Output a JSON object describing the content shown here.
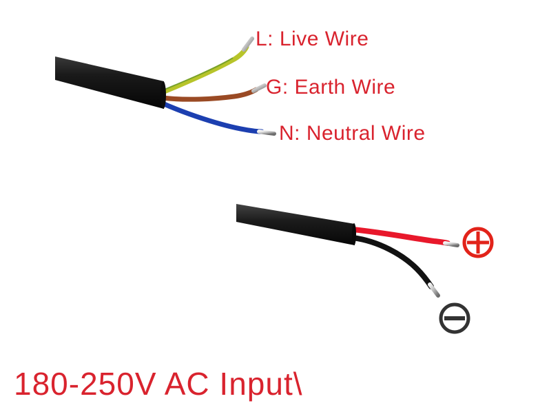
{
  "labels": {
    "live": "L: Live Wire",
    "earth": "G: Earth Wire",
    "neutral": "N: Neutral Wire"
  },
  "footer_text": "180-250V AC Input\\",
  "symbols": {
    "positive": "plus-circle-icon",
    "negative": "minus-circle-icon"
  },
  "colors": {
    "label_red": "#d9232e",
    "positive_symbol": "#e2231a",
    "negative_symbol": "#333333",
    "cable_black": "#141414",
    "wire_yellow_green": "#b7c42a",
    "wire_brown": "#9a4a24",
    "wire_blue": "#1c3fb0",
    "wire_red": "#e8182b",
    "wire_black": "#121212"
  }
}
